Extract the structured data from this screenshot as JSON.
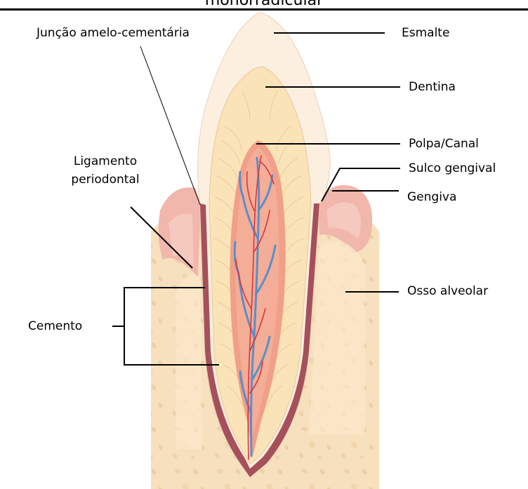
{
  "header": {
    "caption": "monorradicular"
  },
  "labels": {
    "juncao": "Junção  amelo-cementária",
    "esmalte": "Esmalte",
    "dentina": "Dentina",
    "polpa": "Polpa/Canal",
    "ligamento_line1": "Ligamento",
    "ligamento_line2": "periodontal",
    "sulco": "Sulco gengival",
    "gengiva": "Gengiva",
    "osso": "Osso alveolar",
    "cemento": "Cemento"
  },
  "colors": {
    "bone": "#f6dcb6",
    "gum": "#f2b8b0",
    "enamel": "#fbeedd",
    "dentin": "#fbe6c0",
    "pulp": "#f2a08a",
    "cementum": "#a5505a",
    "artery": "#d8363c",
    "vein": "#5a8fc8"
  }
}
